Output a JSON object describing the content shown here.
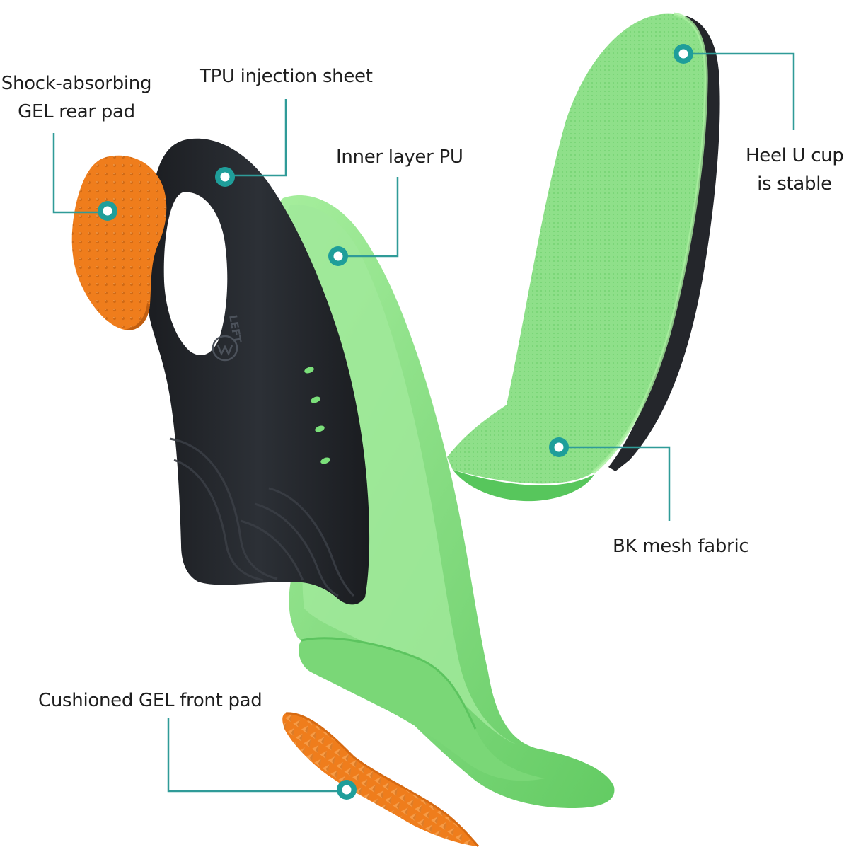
{
  "labels": {
    "gel_rear_pad": [
      "Shock-absorbing",
      "GEL rear pad"
    ],
    "tpu_sheet": "TPU injection sheet",
    "inner_pu": "Inner layer PU",
    "heel_cup": [
      "Heel U cup",
      "is stable"
    ],
    "mesh_fabric": "BK mesh fabric",
    "gel_front_pad": "Cushioned GEL front pad",
    "shell_marking": "LEFT"
  },
  "colors": {
    "callout": "#2f9b98",
    "insole_green": "#86dd84",
    "insole_green_light": "#a8ec9f",
    "insole_green_dark": "#54c65a",
    "shell_black": "#26292e",
    "gel_orange": "#ee7f1e",
    "gel_orange_dark": "#d66a12",
    "text": "#1e1e1e"
  }
}
